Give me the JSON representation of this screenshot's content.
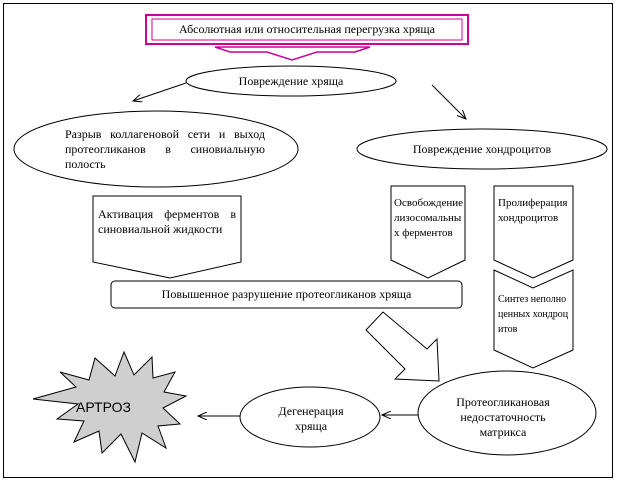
{
  "nodes": {
    "overload": "Абсолютная или относительная перегрузка хряща",
    "cartilage_damage": "Повреждение хряща",
    "collagen_rupture": "Разрыв коллагеновой сети и выход протеогликанов в синовиальную полость",
    "chondrocyte_damage": "Повреждение хондроцитов",
    "enzyme_activation": "Активация ферментов в синовиальной жидкости",
    "lysosomal_release": "Освобождение лизосомальных ферментов",
    "chondrocyte_proliferation": "Пролиферация хондроцитов",
    "proteoglycan_destruction": "Повышенное разрушение протеогликанов хряща",
    "synthesis_immature": "Синтез неполноценных хондроцитов",
    "matrix_deficiency": "Протеогликановая недостаточность матрикса",
    "degeneration": "Дегенерация хряща",
    "arthrosis": "АРТРОЗ"
  },
  "colors": {
    "accent_frame": "#cc0099",
    "star_fill": "#cfcfcf",
    "line": "#000000"
  }
}
